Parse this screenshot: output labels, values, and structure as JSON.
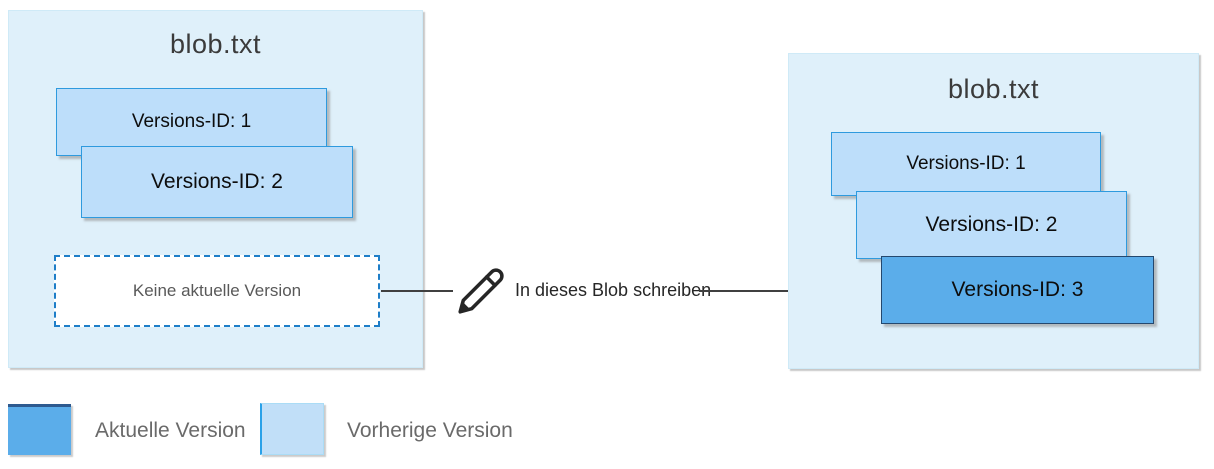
{
  "diagram": {
    "left_blob": {
      "title": "blob.txt",
      "versions": [
        {
          "label": "Versions-ID: 1",
          "state": "previous"
        },
        {
          "label": "Versions-ID: 2",
          "state": "previous"
        }
      ],
      "no_current_version_label": "Keine aktuelle Version"
    },
    "action": {
      "icon": "pencil-icon",
      "label": "In dieses Blob schreiben"
    },
    "right_blob": {
      "title": "blob.txt",
      "versions": [
        {
          "label": "Versions-ID: 1",
          "state": "previous"
        },
        {
          "label": "Versions-ID: 2",
          "state": "previous"
        },
        {
          "label": "Versions-ID: 3",
          "state": "current"
        }
      ]
    }
  },
  "legend": {
    "items": [
      {
        "label": "Aktuelle Version",
        "swatch_color": "#5badea"
      },
      {
        "label": "Vorherige Version",
        "swatch_color": "#c1dff8"
      }
    ]
  },
  "colors": {
    "container_fill": "#dff0fa",
    "previous_version_fill": "#bddefa",
    "previous_version_border": "#2e9ade",
    "current_version_fill": "#5badea",
    "current_version_border": "#24486e",
    "dashed_border": "#1e7ec8",
    "arrow": "#404040",
    "title_text": "#3b3b3b",
    "legend_text": "#6a6a6a"
  }
}
